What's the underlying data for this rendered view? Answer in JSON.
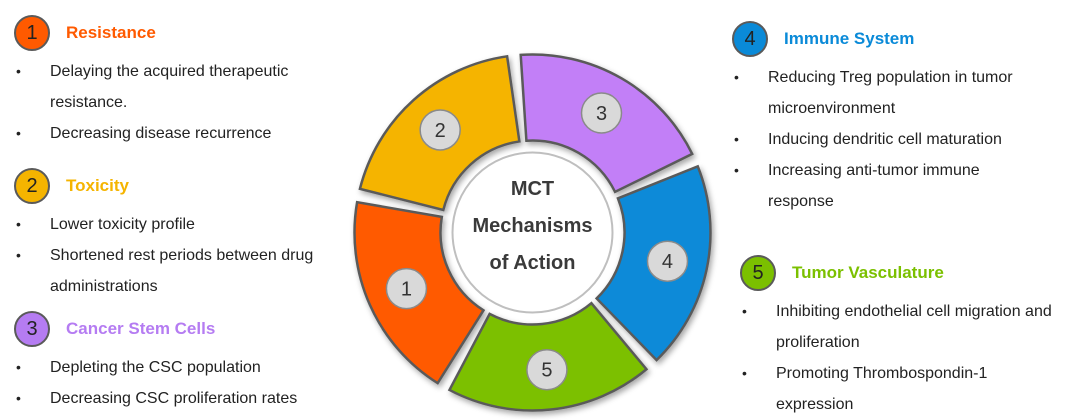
{
  "center": {
    "line1": "MCT",
    "line2": "Mechanisms",
    "line3": "of Action"
  },
  "sections": [
    {
      "number": "1",
      "title": "Resistance",
      "color": "#ff5a00",
      "bullets": [
        "Delaying the acquired therapeutic resistance.",
        "Decreasing disease recurrence"
      ]
    },
    {
      "number": "2",
      "title": "Toxicity",
      "color": "#f5b400",
      "bullets": [
        "Lower toxicity profile",
        "Shortened rest periods between drug administrations"
      ]
    },
    {
      "number": "3",
      "title": "Cancer Stem Cells",
      "color": "#b57cf2",
      "bullets": [
        "Depleting the CSC population",
        "Decreasing CSC proliferation rates"
      ]
    },
    {
      "number": "4",
      "title": "Immune System",
      "color": "#0a8ad8",
      "bullets": [
        "Reducing Treg population in tumor microenvironment",
        "Inducing dendritic cell maturation",
        "Increasing anti-tumor immune response"
      ]
    },
    {
      "number": "5",
      "title": "Tumor Vasculature",
      "color": "#7bc000",
      "bullets": [
        "Inhibiting endothelial cell migration and proliferation",
        "Promoting Thrombospondin-1 expression"
      ]
    }
  ],
  "ring_segments": [
    {
      "label": "1",
      "color": "#ff5a00"
    },
    {
      "label": "2",
      "color": "#f5b400"
    },
    {
      "label": "3",
      "color": "#c27ff7"
    },
    {
      "label": "4",
      "color": "#0a8ad8"
    },
    {
      "label": "5",
      "color": "#7bc000"
    }
  ]
}
